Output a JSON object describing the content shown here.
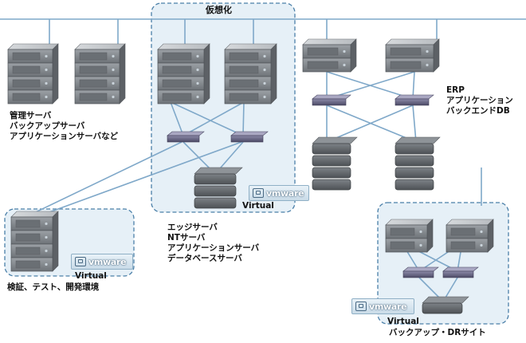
{
  "groups": {
    "virtualization": {
      "title": "仮想化",
      "badge": "Virtual"
    },
    "test": {
      "badge": "Virtual"
    },
    "dr": {
      "badge": "Virtual"
    }
  },
  "vmware_logo": {
    "text": "vmware",
    "mark": "vmware-logo-icon"
  },
  "labels": {
    "mgmt": [
      "管理サーバ",
      "バックアップサーバ",
      "アプリケーションサーバなど"
    ],
    "erp": [
      "ERP",
      "アプリケーション",
      "バックエンドDB"
    ],
    "edge": [
      "エッジサーバ",
      "NTサーバ",
      "アプリケーションサーバ",
      "データベースサーバ"
    ],
    "test": "検証、テスト、開発環境",
    "dr": "バックアップ・DRサイト"
  },
  "colors": {
    "link": "#7fa8c9",
    "group_fill": "#e6f0f7",
    "group_border": "#4a7fa8",
    "server": "#8a8f94"
  }
}
